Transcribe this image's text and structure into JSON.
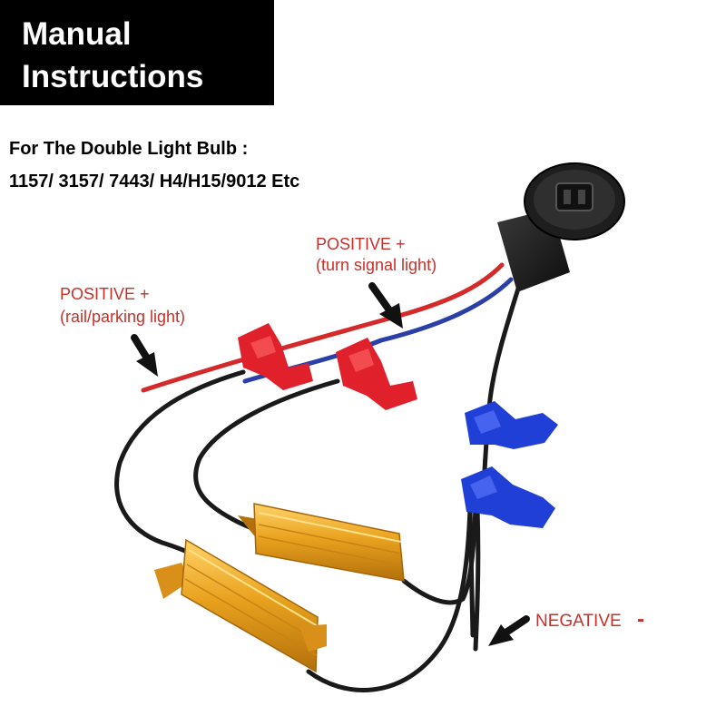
{
  "header": {
    "title_line1": "Manual",
    "title_line2": "Instructions"
  },
  "subtitle": {
    "line1": "For The Double Light Bulb :",
    "line2": "1157/ 3157/ 7443/ H4/H15/9012 Etc"
  },
  "labels": {
    "turn_positive": "POSITIVE +",
    "turn_desc": "(turn signal light)",
    "rail_positive": "POSITIVE +",
    "rail_desc": "(rail/parking light)",
    "negative": "NEGATIVE",
    "negative_sign": "-"
  },
  "colors": {
    "label_red": "#c8302a",
    "wire_red": "#d42a2a",
    "wire_blue": "#2a3fa8",
    "wire_black": "#1a1a1a",
    "connector_red": "#e0202a",
    "connector_blue": "#1f3fd6",
    "resistor_gold": "#e9a21e",
    "socket_black": "#161616"
  },
  "icons": [
    "arrow-icon",
    "bulb-socket-icon",
    "resistor-icon",
    "wire-tap-connector-icon"
  ]
}
